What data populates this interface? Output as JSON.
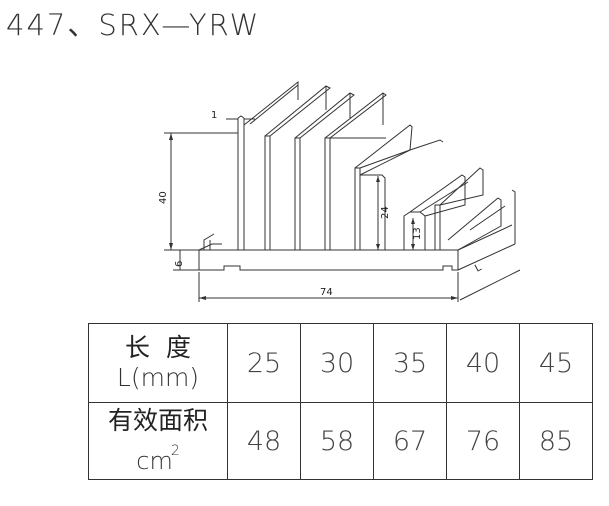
{
  "title": "447、SRX—YRW",
  "drawing": {
    "dim_fin_thickness": "1",
    "dim_height": "40",
    "dim_base": "6",
    "dim_mid_fin": "24",
    "dim_small_fin": "13",
    "dim_width": "74",
    "dim_length": "L"
  },
  "table": {
    "row1_header_top": "长  度",
    "row1_header_bottom": "L(mm)",
    "row1_values": [
      "25",
      "30",
      "35",
      "40",
      "45"
    ],
    "row2_header_top": "有效面积",
    "row2_header_unit": "cm",
    "row2_header_sup": "2",
    "row2_values": [
      "48",
      "58",
      "67",
      "76",
      "85"
    ]
  }
}
